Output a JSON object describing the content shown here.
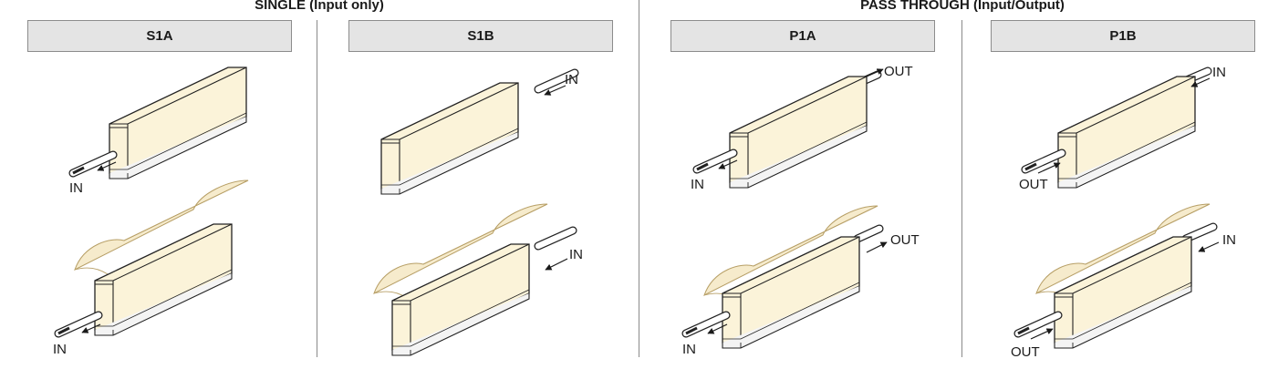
{
  "groups": {
    "single": "SINGLE (Input only)",
    "pass_through": "PASS THROUGH (Input/Output)"
  },
  "panels": [
    {
      "id": "S1A",
      "top_label": "IN",
      "bottom_label": "IN"
    },
    {
      "id": "S1B",
      "top_label": "IN",
      "bottom_label": "IN"
    },
    {
      "id": "P1A",
      "top_in": "IN",
      "top_out": "OUT",
      "bottom_in": "IN",
      "bottom_out": "OUT"
    },
    {
      "id": "P1B",
      "top_in": "IN",
      "top_out": "OUT",
      "bottom_in": "IN",
      "bottom_out": "OUT"
    }
  ],
  "colors": {
    "cream": "#fbf3d9",
    "diffuser": "#f3e3b8",
    "header": "#e4e4e4",
    "divider": "#8a8a8a"
  }
}
